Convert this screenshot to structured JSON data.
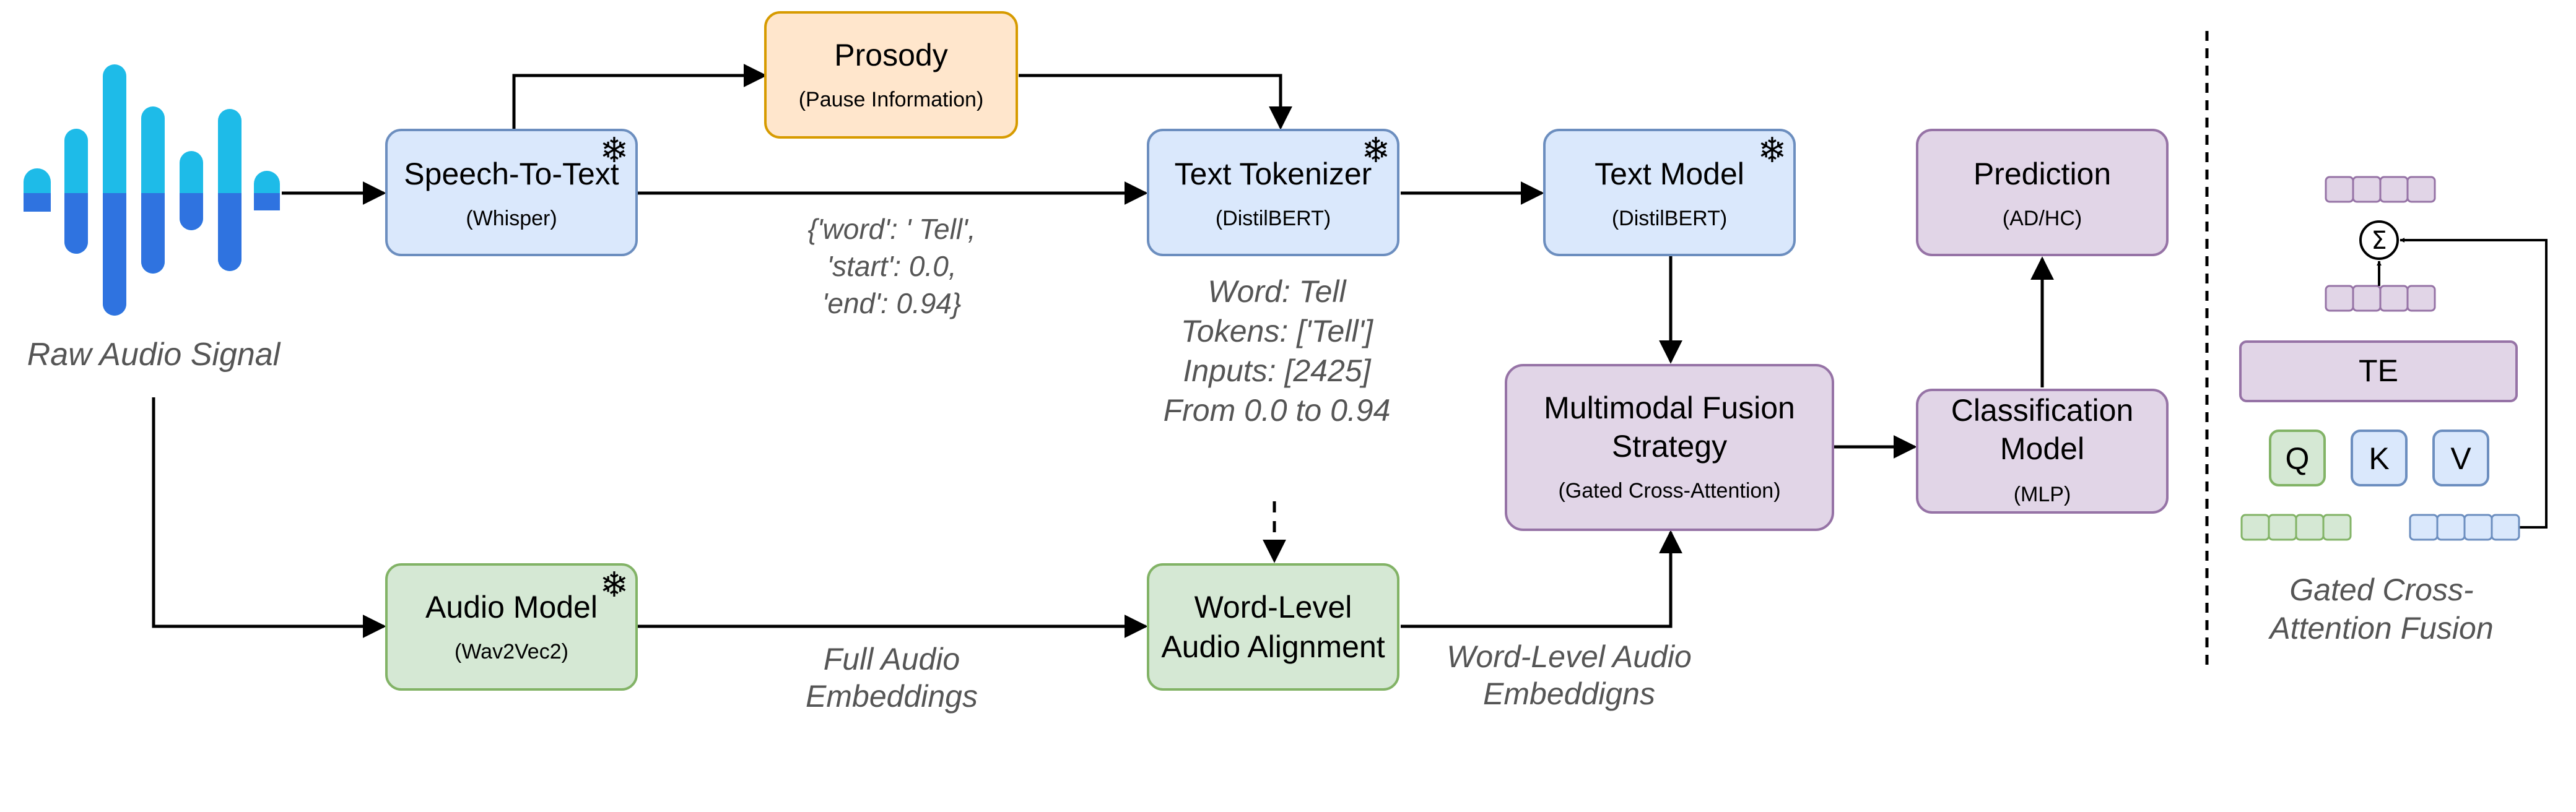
{
  "colors": {
    "blue_fill": "#dae8fc",
    "blue_stroke": "#6c8ebf",
    "orange_fill": "#ffe6cc",
    "orange_stroke": "#d79b00",
    "green_fill": "#d5e8d4",
    "green_stroke": "#82b366",
    "purple_fill": "#e1d5e7",
    "purple_stroke": "#9673a6",
    "wave_light": "#1ebbe8",
    "wave_dark": "#2f73e0"
  },
  "icons": {
    "frozen": "snowflake-icon",
    "sum": "summation-icon"
  },
  "raw_audio": {
    "label": "Raw Audio Signal"
  },
  "nodes": {
    "stt": {
      "title": "Speech-To-Text",
      "sub": "(Whisper)",
      "frozen": "❄"
    },
    "prosody": {
      "title": "Prosody",
      "sub": "(Pause Information)"
    },
    "tokenizer": {
      "title": "Text Tokenizer",
      "sub": "(DistilBERT)",
      "frozen": "❄"
    },
    "text_model": {
      "title": "Text Model",
      "sub": "(DistilBERT)",
      "frozen": "❄"
    },
    "prediction": {
      "title": "Prediction",
      "sub": "(AD/HC)"
    },
    "fusion": {
      "title1": "Multimodal Fusion",
      "title2": "Strategy",
      "sub": "(Gated Cross-Attention)"
    },
    "classification": {
      "title1": "Classification",
      "title2": "Model",
      "sub": "(MLP)"
    },
    "audio_model": {
      "title": "Audio Model",
      "sub": "(Wav2Vec2)",
      "frozen": "❄"
    },
    "alignment": {
      "title1": "Word-Level",
      "title2": "Audio Alignment"
    }
  },
  "annotations": {
    "stt_output": [
      "{'word': ' Tell',",
      "'start': 0.0,",
      "'end': 0.94}"
    ],
    "token_example": [
      "Word: Tell",
      "Tokens: ['Tell']",
      "Inputs: [2425]",
      "From 0.0 to 0.94"
    ],
    "full_audio": [
      "Full Audio",
      "Embeddings"
    ],
    "word_audio": [
      "Word-Level Audio",
      "Embeddigns"
    ]
  },
  "inset": {
    "te": "TE",
    "q": "Q",
    "k": "K",
    "v": "V",
    "sum": "Σ",
    "caption": [
      "Gated Cross-",
      "Attention Fusion"
    ]
  }
}
